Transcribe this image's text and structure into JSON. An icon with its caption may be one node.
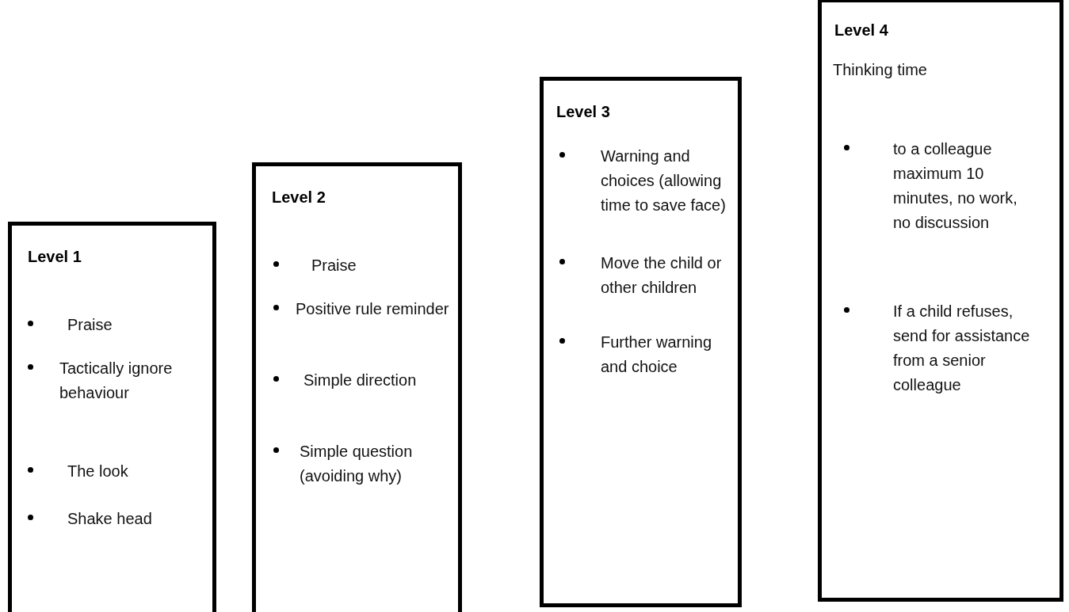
{
  "diagram": {
    "nodes": [
      {
        "text": [
          "Level 1",
          "Praise",
          "Tactically ignore behaviour",
          "The look",
          "Shake head"
        ]
      },
      {
        "text": [
          "Level 2",
          "Praise",
          "Positive rule reminder",
          "Simple direction",
          "Simple question (avoiding  why)"
        ]
      },
      {
        "text": [
          "Level 3",
          "Warning and choices (allowing time to save face)",
          "Move the child or other children",
          "Further warning and choice"
        ]
      },
      {
        "text": [
          "Level 4",
          "Thinking time",
          "to a colleague maximum 10 minutes, no work, no discussion",
          "If a child refuses, send for assistance from a senior colleague"
        ]
      }
    ]
  }
}
